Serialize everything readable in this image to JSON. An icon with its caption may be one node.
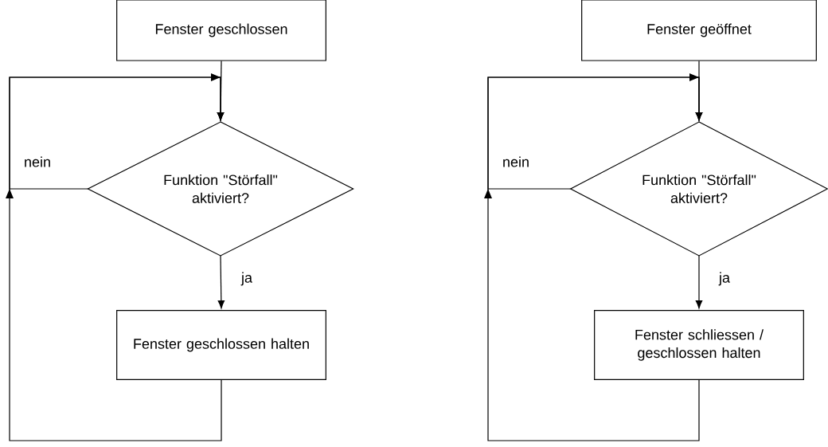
{
  "diagram": {
    "nodes": [
      {
        "text": [
          "Fenster geschlossen"
        ]
      },
      {
        "text": [
          "Funktion \"Störfall\" aktiviert?"
        ]
      },
      {
        "text": [
          "Fenster geschlossen halten"
        ]
      },
      {
        "text": [
          "Fenster geöffnet"
        ]
      },
      {
        "text": [
          "Funktion \"Störfall\" aktiviert?"
        ]
      },
      {
        "text": [
          "Fenster schliessen / geschlossen halten"
        ]
      }
    ],
    "edges": [
      {
        "from": 0,
        "to": 1,
        "arrow": "to"
      },
      {
        "from": 1,
        "to": 2,
        "arrow": "to",
        "label": "ja"
      },
      {
        "from": 1,
        "to": 1,
        "arrow": "to",
        "label": "nein"
      },
      {
        "from": 2,
        "to": 1,
        "arrow": "to"
      },
      {
        "from": 3,
        "to": 4,
        "arrow": "to"
      },
      {
        "from": 4,
        "to": 5,
        "arrow": "to",
        "label": "ja"
      },
      {
        "from": 4,
        "to": 4,
        "arrow": "to",
        "label": "nein"
      },
      {
        "from": 5,
        "to": 4,
        "arrow": "to"
      }
    ]
  }
}
